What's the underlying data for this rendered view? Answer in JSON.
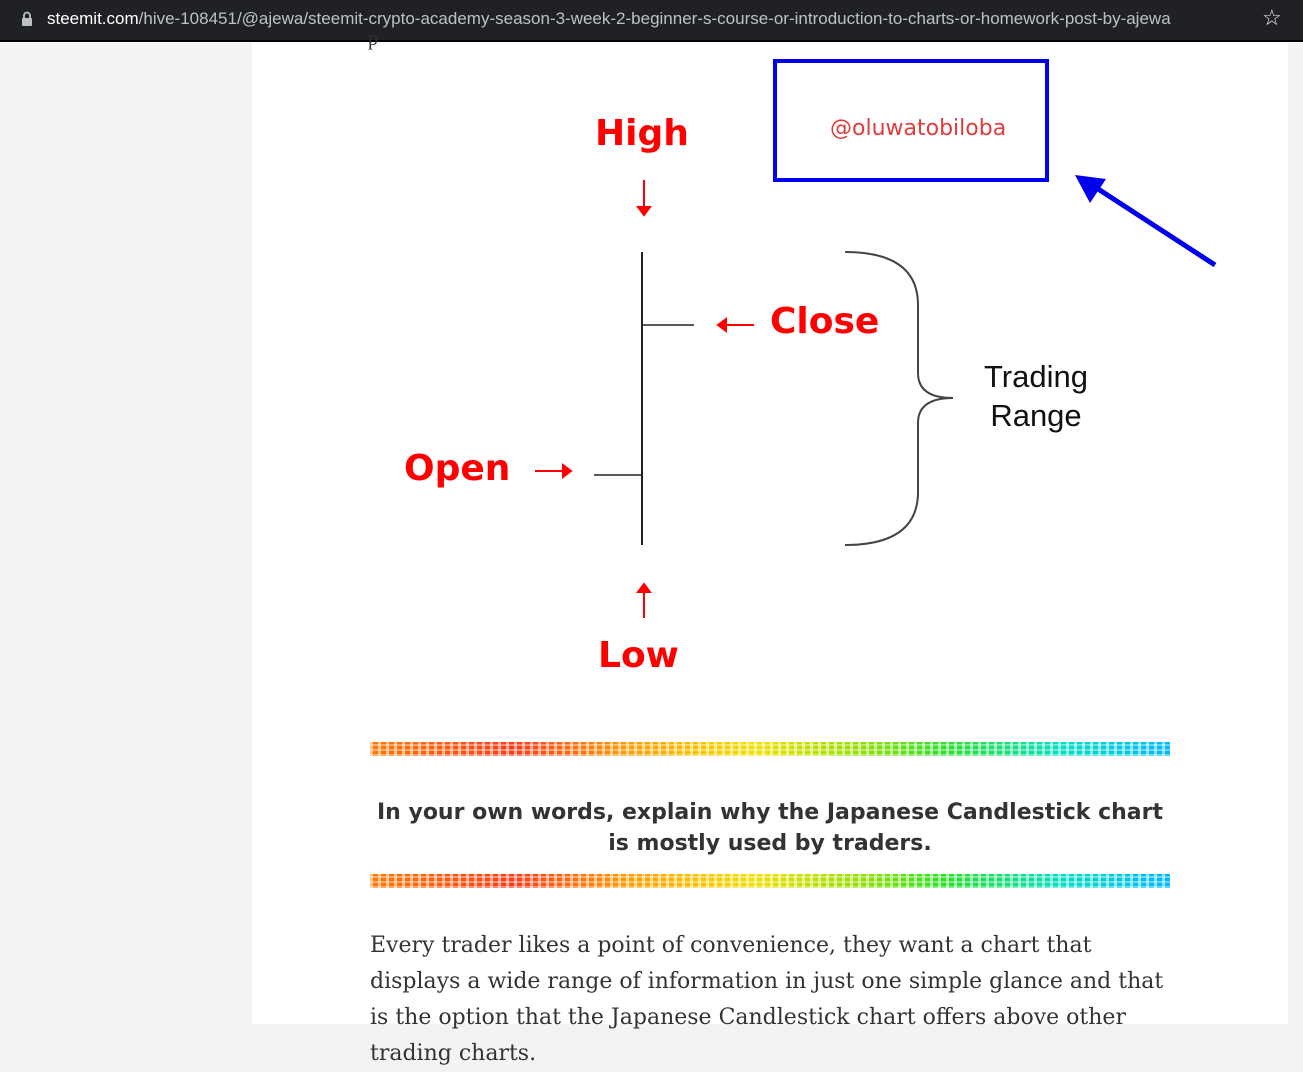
{
  "browser": {
    "url_domain": "steemit.com",
    "url_path": "/hive-108451/@ajewa/steemit-crypto-academy-season-3-week-2-beginner-s-course-or-introduction-to-charts-or-homework-post-by-ajewa",
    "lock_icon": "lock-icon",
    "bookmark_icon": "star-icon"
  },
  "article": {
    "stray_text": "p",
    "figure": {
      "high": "High",
      "close": "Close",
      "open": "Open",
      "low": "Low",
      "range_line1": "Trading",
      "range_line2": "Range",
      "credit": "@oluwatobiloba",
      "label_color": "#ff0000",
      "box_color": "#0000ee"
    },
    "question": "In your own words, explain why the Japanese Candlestick chart is mostly used by traders.",
    "paragraph": "Every trader likes a point of convenience, they want a chart that displays a wide range of information in just one simple glance and that is the option that the Japanese Candlestick chart offers above other trading charts."
  }
}
